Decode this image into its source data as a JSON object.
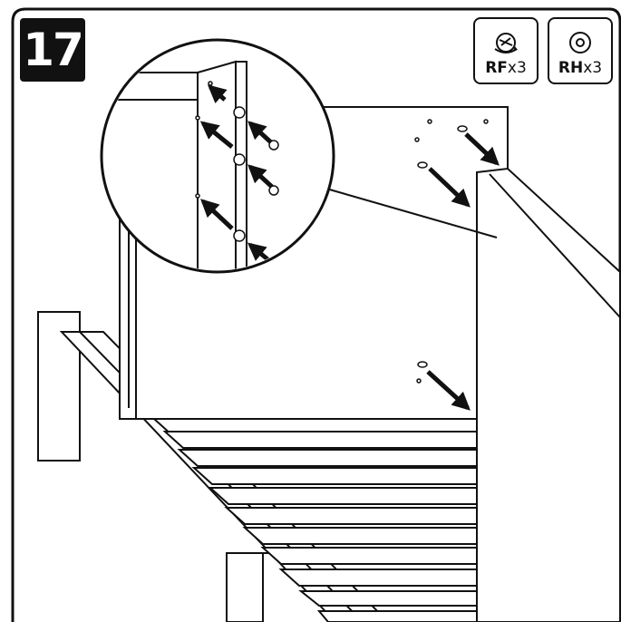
{
  "step": {
    "number": "17"
  },
  "parts": [
    {
      "code": "RF",
      "qty": "x3",
      "icon": "cam-lock-fitting-icon"
    },
    {
      "code": "RH",
      "qty": "x3",
      "icon": "cam-housing-icon"
    }
  ]
}
